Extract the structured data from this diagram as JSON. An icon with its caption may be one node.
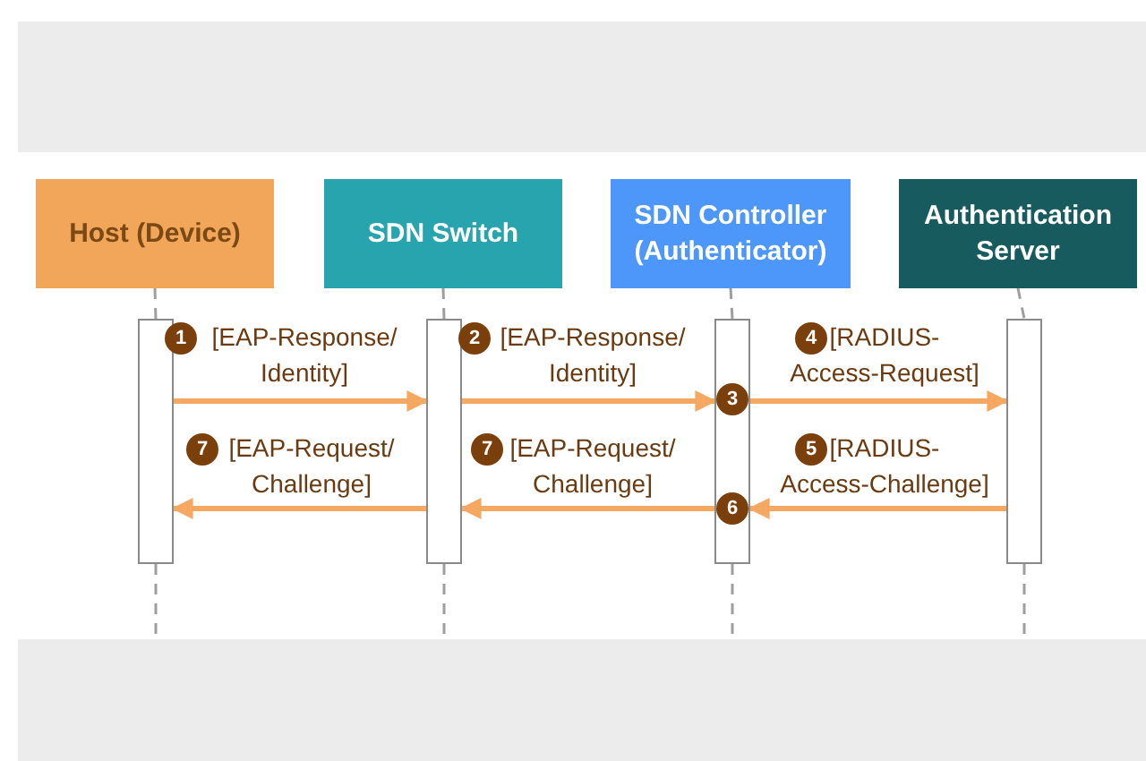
{
  "diagram": {
    "nodes": [
      {
        "text": [
          "Host (Device)"
        ]
      },
      {
        "text": [
          "SDN Switch"
        ]
      },
      {
        "text": [
          "SDN Controller (Authenticator)"
        ]
      },
      {
        "text": [
          "Authentication Server"
        ]
      },
      {
        "text": [],
        "shape": "bar"
      },
      {
        "text": [],
        "shape": "bar"
      },
      {
        "text": [],
        "shape": "bar"
      },
      {
        "text": [],
        "shape": "bar"
      }
    ],
    "edges": [
      {
        "from": 4,
        "to": 5,
        "arrow": "to",
        "label": "[EAP-Response/ Identity]"
      },
      {
        "from": 5,
        "to": 6,
        "arrow": "to",
        "label": "[EAP-Response/ Identity]"
      },
      {
        "from": 6,
        "to": 7,
        "arrow": "to",
        "label": "[RADIUS- Access-Request]"
      },
      {
        "from": 7,
        "to": 6,
        "arrow": "to",
        "label": "[RADIUS- Access-Challenge]"
      },
      {
        "from": 6,
        "to": 5,
        "arrow": "to",
        "label": "[EAP-Request/ Challenge]"
      },
      {
        "from": 5,
        "to": 4,
        "arrow": "to",
        "label": "[EAP-Request/ Challenge]"
      },
      {
        "from": 0,
        "to": 4,
        "arrow": "none",
        "style": "dashed",
        "color": "#9e9e9e"
      },
      {
        "from": 1,
        "to": 5,
        "arrow": "none",
        "style": "dashed",
        "color": "#9e9e9e"
      },
      {
        "from": 2,
        "to": 6,
        "arrow": "none",
        "style": "dashed",
        "color": "#9e9e9e"
      },
      {
        "from": 3,
        "to": 7,
        "arrow": "none",
        "style": "dashed",
        "color": "#9e9e9e"
      }
    ],
    "labels": [
      "1",
      "2",
      "4",
      "3",
      "7",
      "7",
      "5",
      "6"
    ]
  }
}
